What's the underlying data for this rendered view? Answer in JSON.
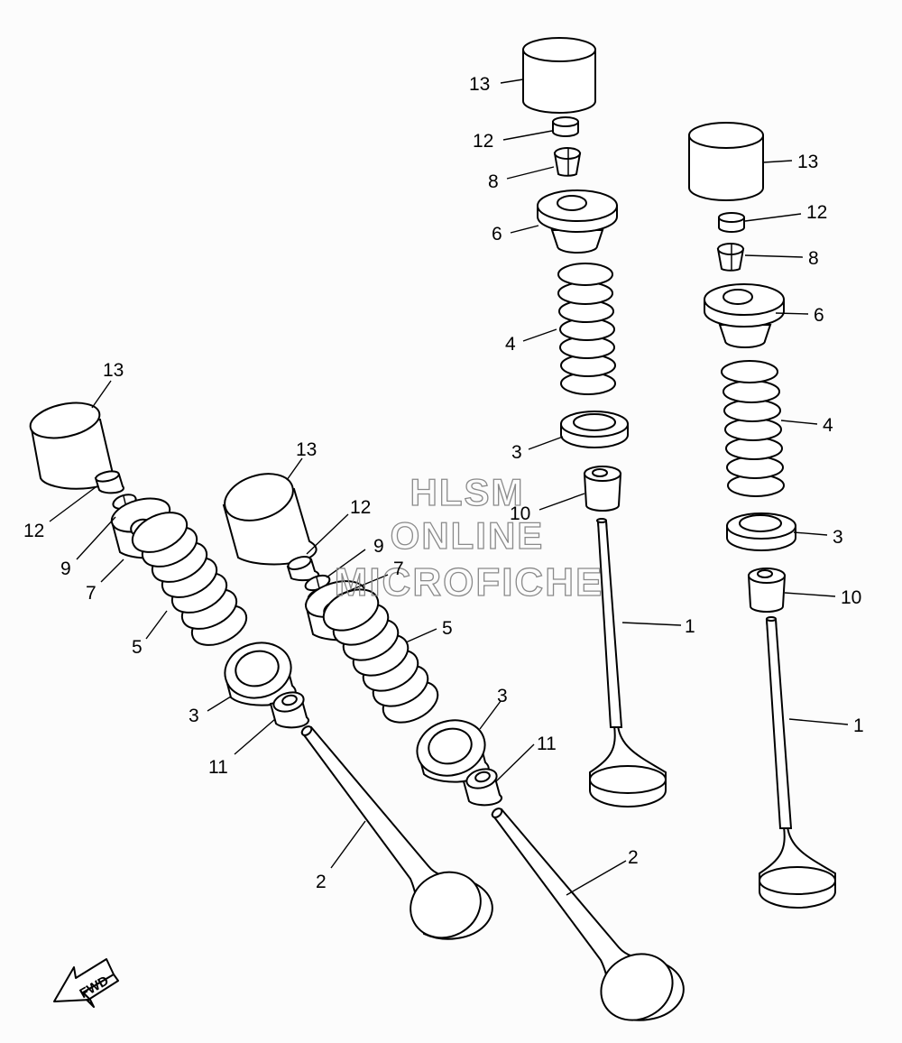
{
  "callouts": [
    {
      "id": "c13a",
      "text": "13"
    },
    {
      "id": "c12a",
      "text": "12"
    },
    {
      "id": "c8a",
      "text": "8"
    },
    {
      "id": "c6a",
      "text": "6"
    },
    {
      "id": "c4a",
      "text": "4"
    },
    {
      "id": "c3a",
      "text": "3"
    },
    {
      "id": "c10a",
      "text": "10"
    },
    {
      "id": "c1a",
      "text": "1"
    },
    {
      "id": "c13b",
      "text": "13"
    },
    {
      "id": "c12b",
      "text": "12"
    },
    {
      "id": "c8b",
      "text": "8"
    },
    {
      "id": "c6b",
      "text": "6"
    },
    {
      "id": "c4b",
      "text": "4"
    },
    {
      "id": "c3b",
      "text": "3"
    },
    {
      "id": "c10b",
      "text": "10"
    },
    {
      "id": "c1b",
      "text": "1"
    },
    {
      "id": "c13c",
      "text": "13"
    },
    {
      "id": "c12c",
      "text": "12"
    },
    {
      "id": "c9c",
      "text": "9"
    },
    {
      "id": "c7c",
      "text": "7"
    },
    {
      "id": "c5c",
      "text": "5"
    },
    {
      "id": "c3c",
      "text": "3"
    },
    {
      "id": "c11c",
      "text": "11"
    },
    {
      "id": "c2c",
      "text": "2"
    },
    {
      "id": "c13d",
      "text": "13"
    },
    {
      "id": "c12d",
      "text": "12"
    },
    {
      "id": "c9d",
      "text": "9"
    },
    {
      "id": "c7d",
      "text": "7"
    },
    {
      "id": "c5d",
      "text": "5"
    },
    {
      "id": "c3d",
      "text": "3"
    },
    {
      "id": "c11d",
      "text": "11"
    },
    {
      "id": "c2d",
      "text": "2"
    }
  ],
  "watermark": {
    "line1": "HLSM",
    "line2": "ONLINE",
    "line3": "MICROFICHE"
  },
  "fwd_label": "FWD"
}
